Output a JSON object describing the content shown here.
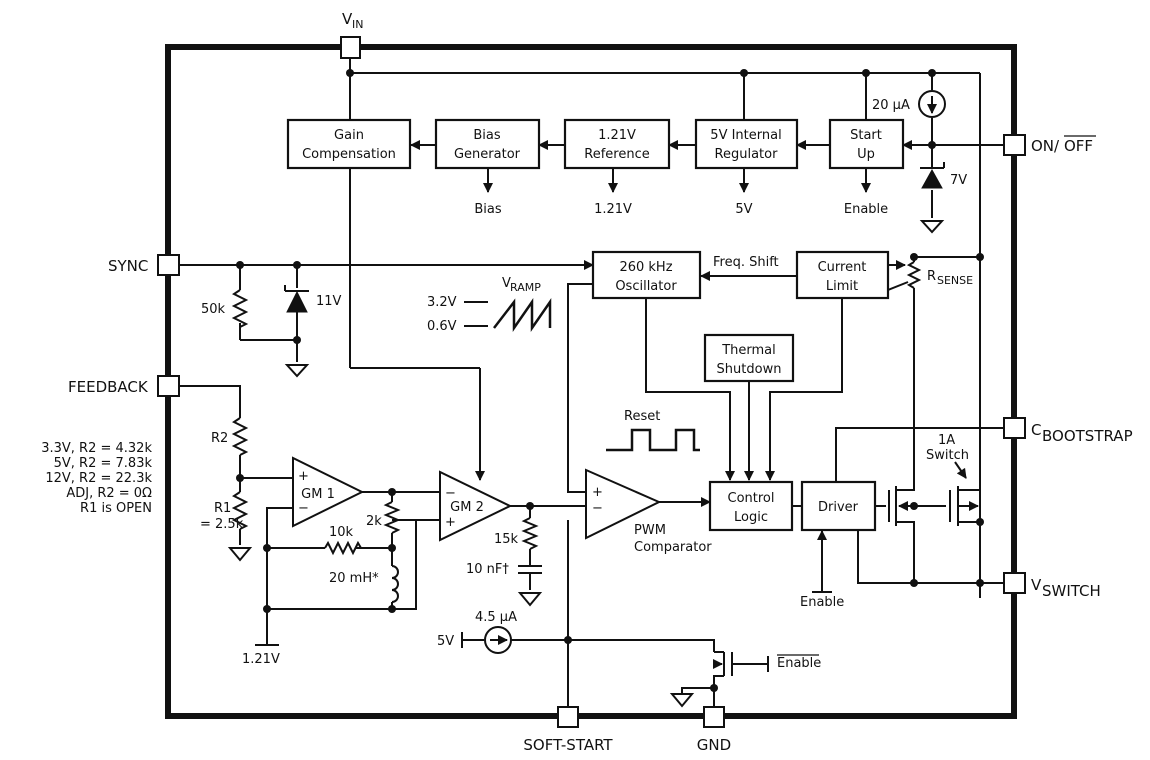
{
  "pins": {
    "vin": "V",
    "vin_sub": "IN",
    "sync": "SYNC",
    "feedback": "FEEDBACK",
    "on_off_a": "ON/",
    "on_off_b": "OFF",
    "cboot": "C",
    "cboot_sub": "BOOTSTRAP",
    "vswitch": "V",
    "vswitch_sub": "SWITCH",
    "soft_start": "SOFT-START",
    "gnd": "GND"
  },
  "blocks": {
    "gain_comp_1": "Gain",
    "gain_comp_2": "Compensation",
    "bias_gen_1": "Bias",
    "bias_gen_2": "Generator",
    "ref_1": "1.21V",
    "ref_2": "Reference",
    "reg_1": "5V Internal",
    "reg_2": "Regulator",
    "startup_1": "Start",
    "startup_2": "Up",
    "osc_1": "260 kHz",
    "osc_2": "Oscillator",
    "curlim_1": "Current",
    "curlim_2": "Limit",
    "thermal_1": "Thermal",
    "thermal_2": "Shutdown",
    "ctrl_1": "Control",
    "ctrl_2": "Logic",
    "driver": "Driver",
    "gm1": "GM 1",
    "gm2": "GM 2",
    "pwm_1": "PWM",
    "pwm_2": "Comparator"
  },
  "labels": {
    "bias_out": "Bias",
    "ref_out": "1.21V",
    "reg_out": "5V",
    "enable_out": "Enable",
    "i20": "20 μA",
    "z7": "7V",
    "z11": "11V",
    "r50k": "50k",
    "vramp": "V",
    "vramp_sub": "RAMP",
    "v32": "3.2V",
    "v06": "0.6V",
    "freq_shift": "Freq. Shift",
    "rsense": "R",
    "rsense_sub": "SENSE",
    "reset": "Reset",
    "sw_1": "1A",
    "sw_2": "Switch",
    "r2": "R2",
    "r1": "R1",
    "r1_val": "= 2.5k",
    "r10k": "10k",
    "r2k": "2k",
    "l20": "20 mH*",
    "r15k": "15k",
    "c10n": "10 nF†",
    "v121": "1.21V",
    "i45": "4.5 μA",
    "v5": "5V",
    "enable_drv": "Enable",
    "enable_bar": "Enable",
    "plus": "+",
    "minus": "−"
  },
  "r2_table": [
    "3.3V, R2 = 4.32k",
    "5V, R2 = 7.83k",
    "12V, R2 = 22.3k",
    "ADJ, R2 = 0Ω",
    "R1 is OPEN"
  ]
}
